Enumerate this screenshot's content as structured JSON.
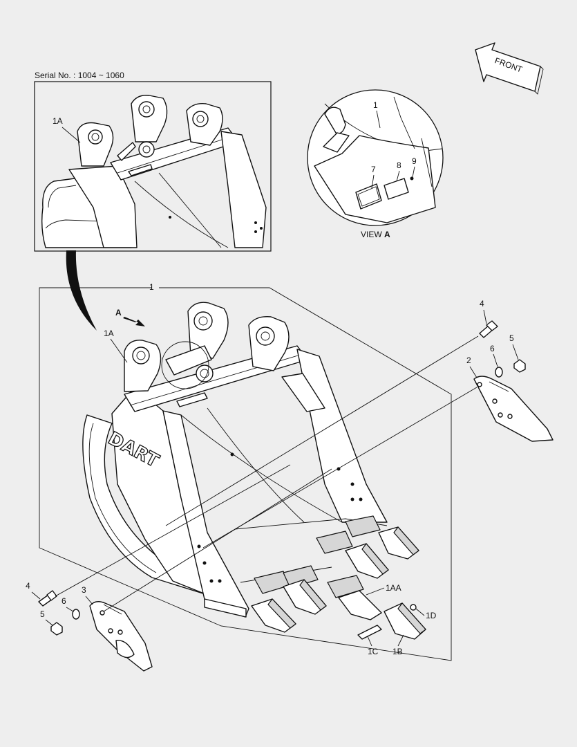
{
  "serial": "Serial No. : 1004 ~ 1060",
  "front": "FRONT",
  "view": {
    "prefix": "VIEW",
    "letter": "A"
  },
  "arrow_label": "A",
  "logo": "DART",
  "labels": {
    "inset_1a": "1A",
    "main_1": "1",
    "main_1a": "1A",
    "view_1": "1",
    "view_7": "7",
    "view_8": "8",
    "view_9": "9",
    "p4_right": "4",
    "p5_right": "5",
    "p6_right": "6",
    "p2_right": "2",
    "p4_left": "4",
    "p3_left": "3",
    "p6_left": "6",
    "p5_left": "5",
    "p1aa": "1AA",
    "p1d": "1D",
    "p1c": "1C",
    "p1b": "1B"
  }
}
